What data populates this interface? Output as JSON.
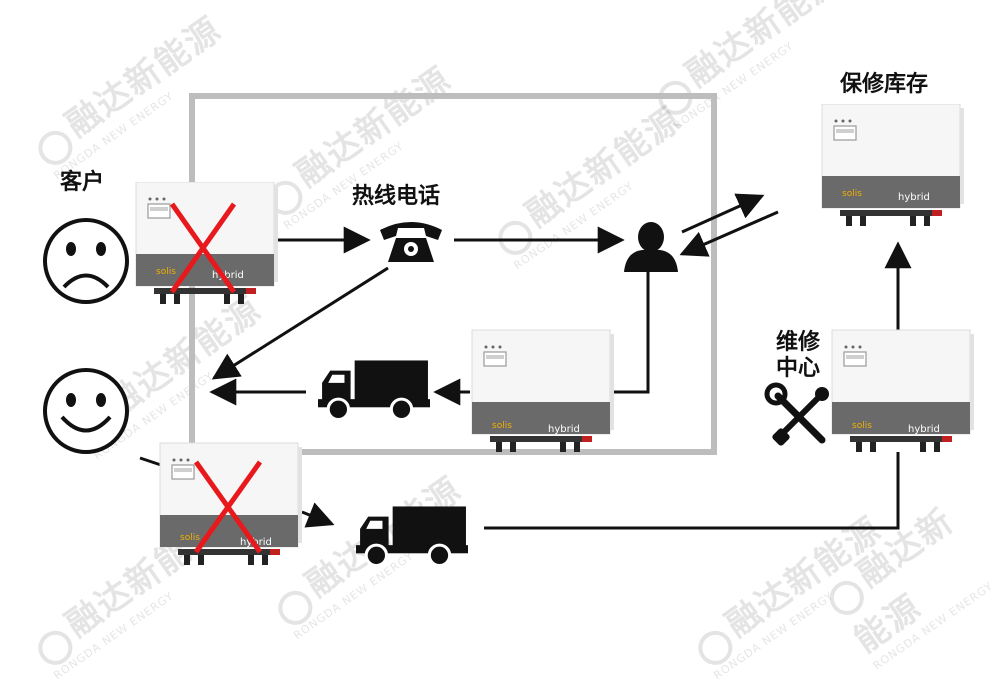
{
  "labels": {
    "customer": "客户",
    "hotline": "热线电话",
    "spare_stock": "保修库存",
    "repair_center_line1": "维修",
    "repair_center_line2": "中心"
  },
  "watermark": {
    "zh": "融达新能源",
    "en": "RONGDA NEW ENERGY"
  },
  "inverter": {
    "brand": "solis",
    "model": "hybrid"
  },
  "colors": {
    "frame": "#bdbdbd",
    "arrow": "#111111",
    "cross": "#e8191d",
    "inverter_body": "#f4f4f4",
    "inverter_band": "#6b6b6b"
  },
  "icons": [
    "sad-face-icon",
    "smile-face-icon",
    "telephone-icon",
    "person-icon",
    "truck-icon",
    "tools-icon"
  ]
}
